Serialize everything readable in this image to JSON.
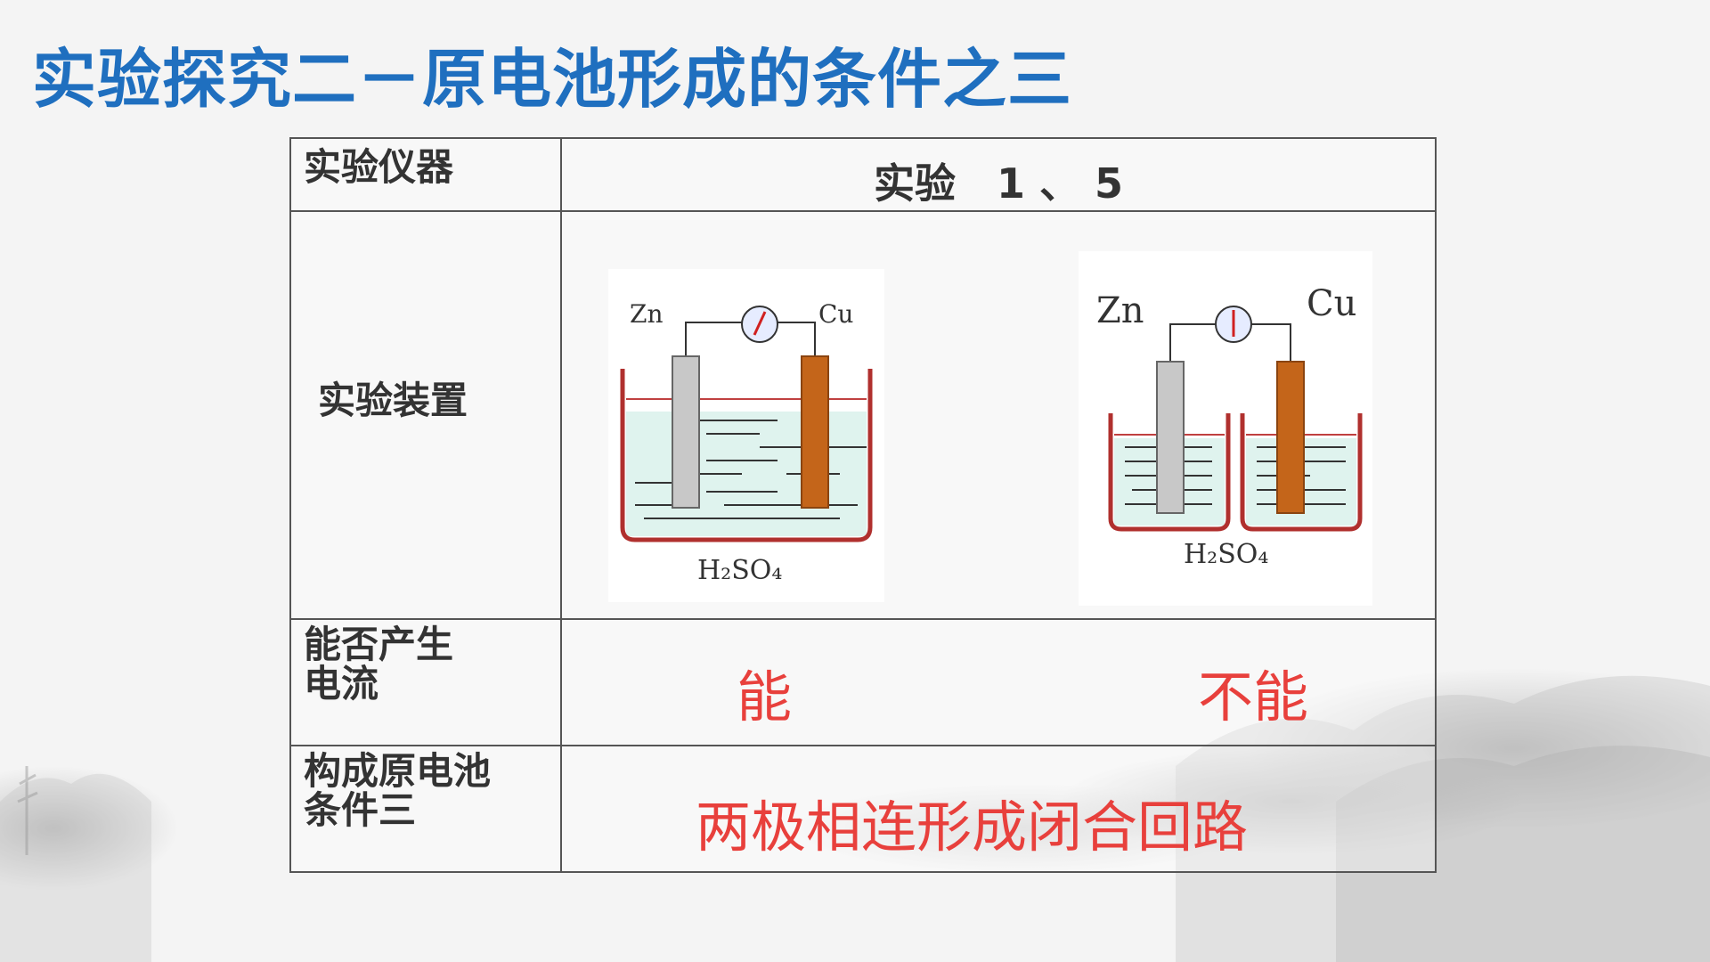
{
  "title": "实验探究二－原电池形成的条件之三",
  "table": {
    "header_label": "实验仪器",
    "header_value": "实验　1 、 5",
    "apparatus_label": "实验装置",
    "current_label_line1": "能否产生",
    "current_label_line2": "电流",
    "condition_label_line1": "构成原电池",
    "condition_label_line2": "条件三",
    "answer_left": "能",
    "answer_right": "不能",
    "condition_text": "两极相连形成闭合回路"
  },
  "apparatus_left": {
    "electrode_left": "Zn",
    "electrode_right": "Cu",
    "solution": "H₂SO₄"
  },
  "apparatus_right": {
    "electrode_left": "Zn",
    "electrode_right": "Cu",
    "solution": "H₂SO₄"
  },
  "colors": {
    "title": "#1f6fbf",
    "answer": "#e8403c",
    "beaker": "#b0302e",
    "copper": "#c4651a",
    "zinc": "#c8c8c8"
  }
}
